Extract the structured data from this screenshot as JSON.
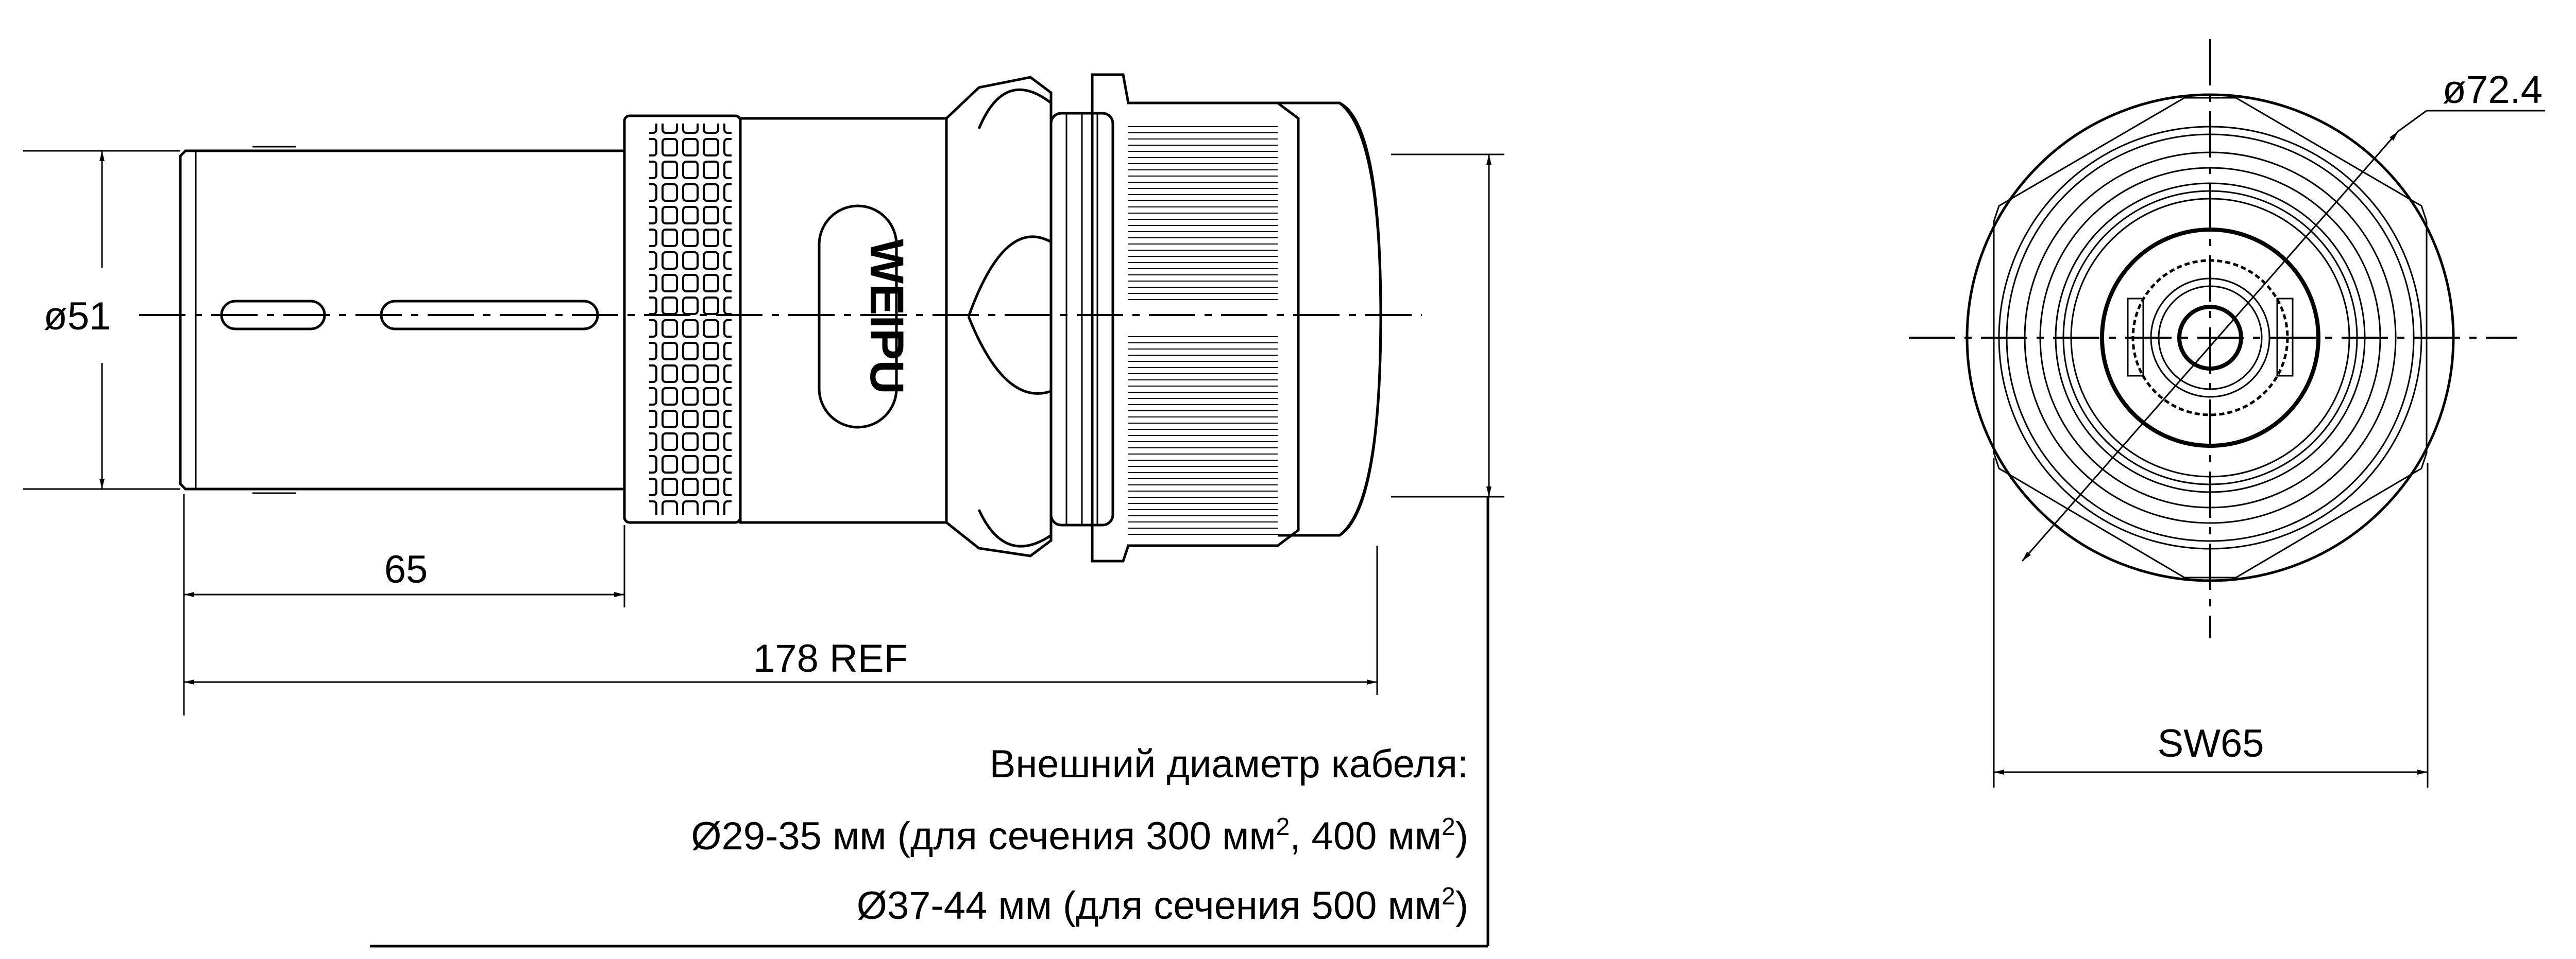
{
  "dimensions": {
    "tube_diameter": "ø51",
    "tube_length": "65",
    "overall_length": "178 REF",
    "hex_size": "SW65",
    "outer_diameter": "ø72.4"
  },
  "logo": "WEIPU",
  "cable_note": {
    "title": "Внешний диаметр кабеля:",
    "line1_main": "Ø29-35 мм (для сечения 300 мм",
    "line1_sup1": "2",
    "line1_mid": ", 400 мм",
    "line1_sup2": "2",
    "line1_end": ")",
    "line2_main": "Ø37-44 мм (для сечения 500 мм",
    "line2_sup": "2",
    "line2_end": ")"
  }
}
